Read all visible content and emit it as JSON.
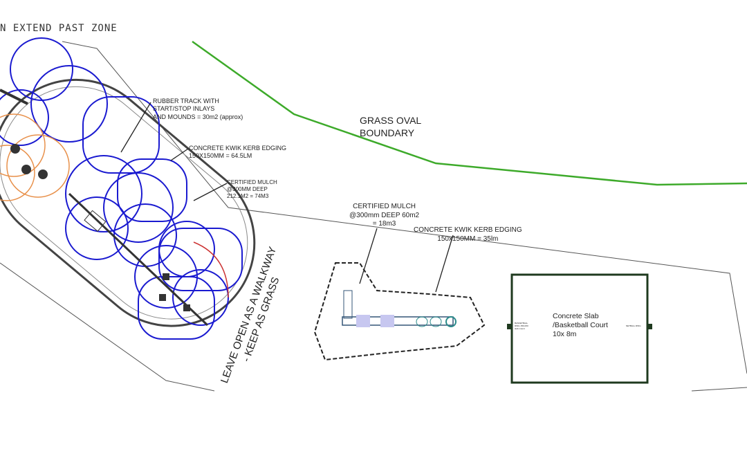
{
  "header_note": "N EXTEND PAST ZONE",
  "labels": {
    "rubber_track": [
      "RUBBER TRACK WITH",
      "START/STOP INLAYS",
      "AND MOUNDS = 30m2 (approx)"
    ],
    "kerb_edging_1": [
      "CONCRETE KWIK KERB EDGING",
      "150X150MM = 64.5LM"
    ],
    "mulch_1": [
      "CERTIFIED MULCH",
      "@300MM DEEP",
      "212.1M2 = 74M3"
    ],
    "grass_oval": [
      "GRASS OVAL",
      "BOUNDARY"
    ],
    "mulch_2": [
      "CERTIFIED MULCH",
      "@300mm DEEP 60m2",
      "= 18m3"
    ],
    "kerb_edging_2": [
      "CONCRETE KWIK KERB EDGING",
      "150x150MM = 35lm"
    ],
    "walkway": [
      "LEAVE OPEN AS A WALKWAY",
      "- KEEP AS GRASS"
    ],
    "court": [
      "Concrete Slab",
      "/Basketball Court",
      "10x 8m"
    ],
    "basketball_ring": "BASKETBALL RING 150x150 slab mount",
    "netball_ring": "NETBALL RING"
  },
  "colors": {
    "track": "#1a1ad0",
    "swing": "#e8904a",
    "grass_line": "#3daa2a",
    "court": "#1f3a1f",
    "boundary": "#555555"
  }
}
